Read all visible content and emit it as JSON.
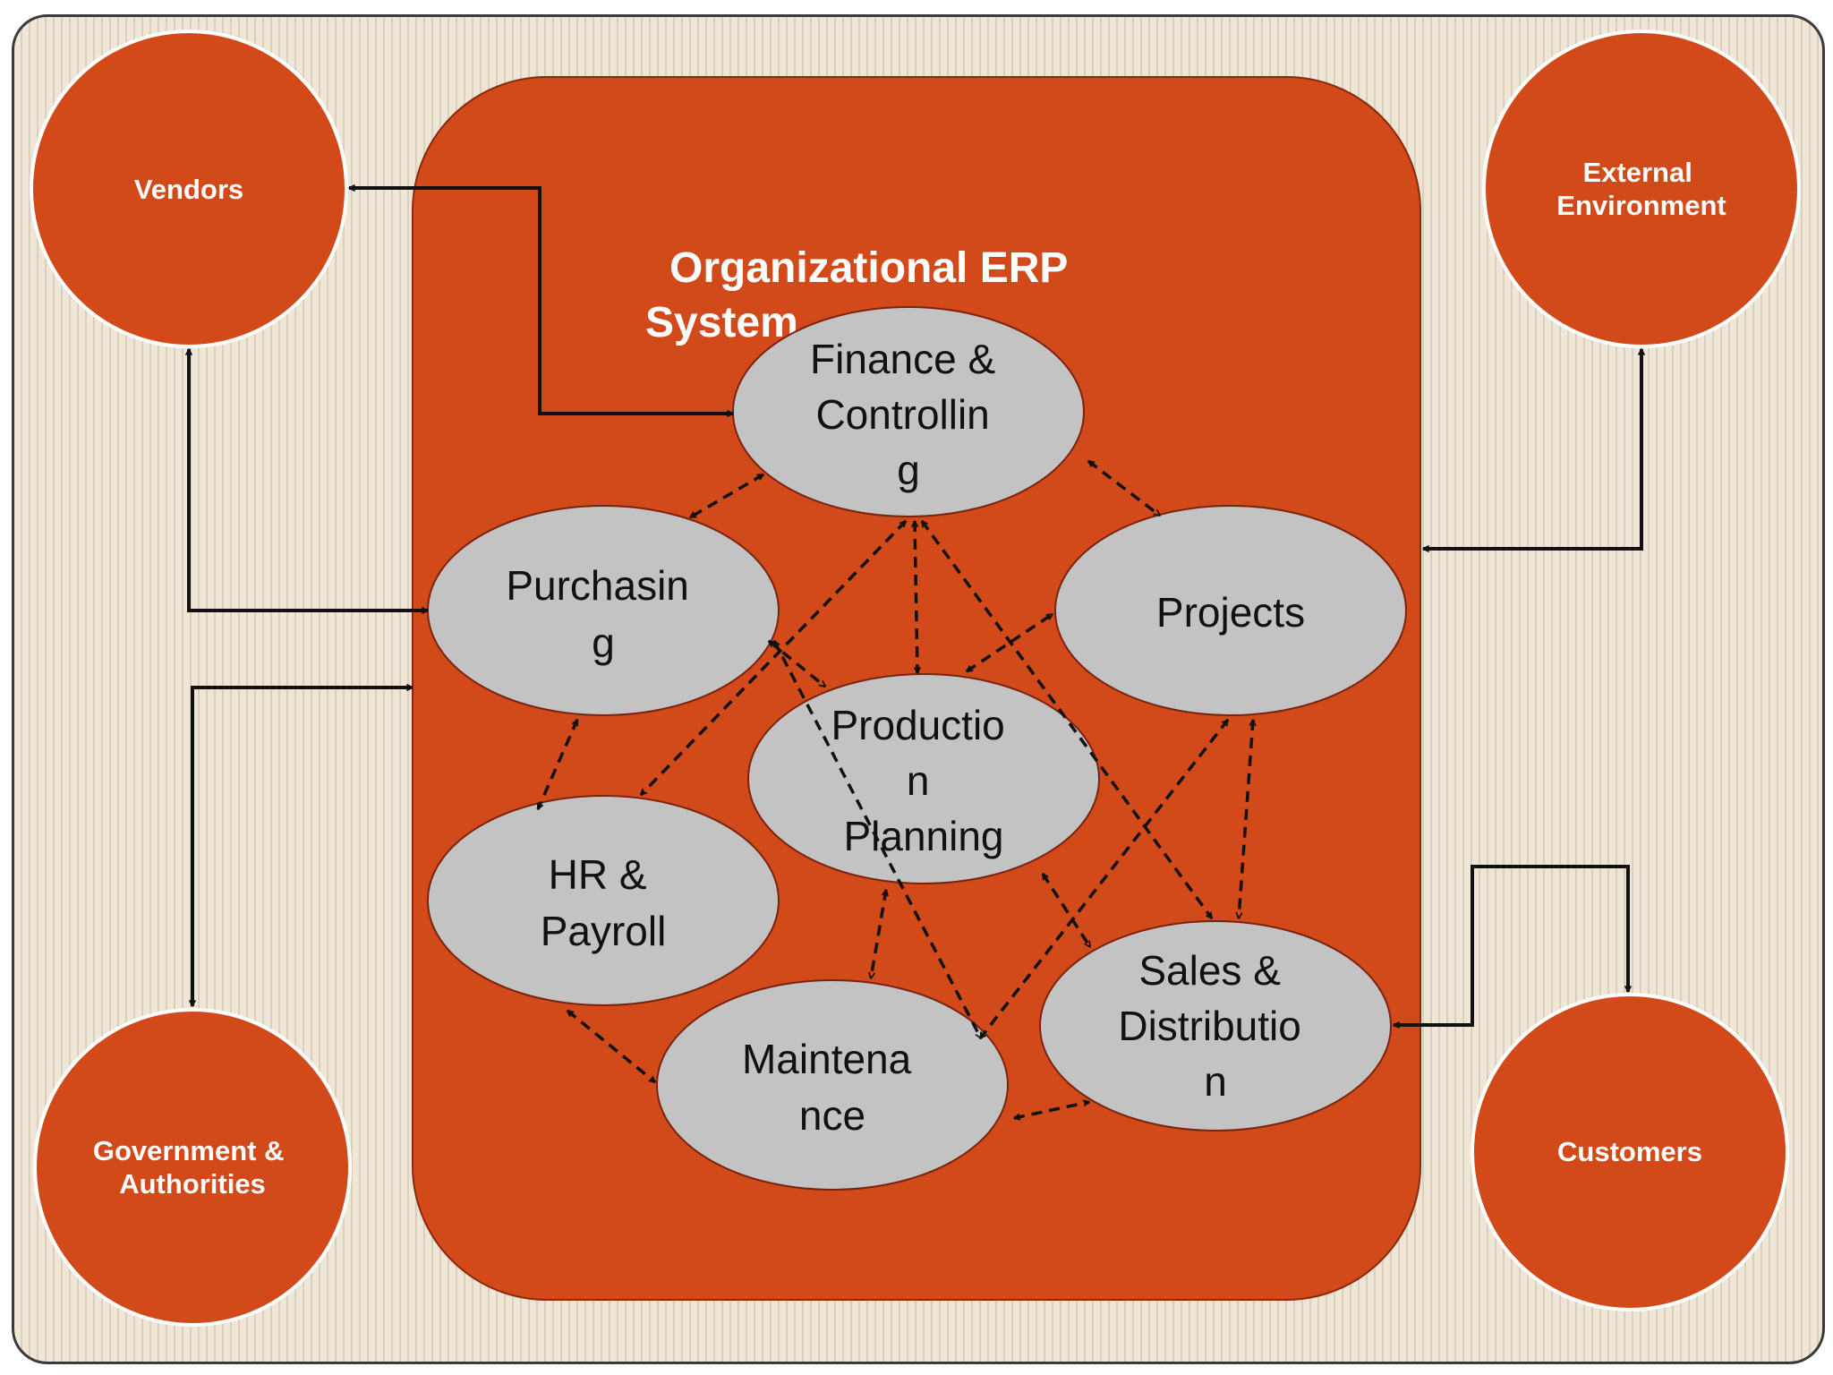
{
  "colors": {
    "background": "#efe6d6",
    "stripe": "#d8cfbf",
    "accent": "#d2491a",
    "module_fill": "#c3c3c3",
    "connector": "#111111"
  },
  "system": {
    "title_line1": "Organizational ERP",
    "title_line2": "System"
  },
  "external_entities": {
    "vendors": {
      "lines": [
        "Vendors"
      ]
    },
    "external_environment": {
      "lines": [
        "External",
        "Environment"
      ]
    },
    "government": {
      "lines": [
        "Government &",
        "Authorities"
      ]
    },
    "customers": {
      "lines": [
        "Customers"
      ]
    }
  },
  "modules": {
    "finance": {
      "lines": [
        "Finance &",
        "Controllin",
        "g"
      ]
    },
    "purchasing": {
      "lines": [
        "Purchasin",
        "g"
      ]
    },
    "projects": {
      "lines": [
        "Projects"
      ]
    },
    "production": {
      "lines": [
        "Productio",
        "n",
        "Planning"
      ]
    },
    "hr": {
      "lines": [
        "HR &",
        "Payroll"
      ]
    },
    "maintenance": {
      "lines": [
        "Maintena",
        "nce"
      ]
    },
    "sales": {
      "lines": [
        "Sales &",
        "Distributio",
        "n"
      ]
    }
  }
}
